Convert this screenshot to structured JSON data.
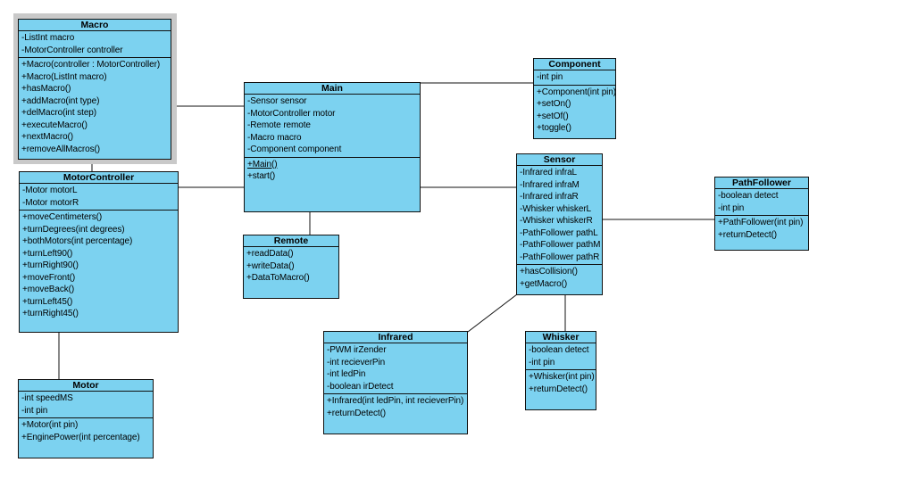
{
  "diagram": {
    "type": "uml-class-diagram",
    "colors": {
      "box_fill": "#7CD2F0",
      "box_border": "#101010",
      "connector": "#101010",
      "selection_frame": "#C9C9C9",
      "background": "#FFFFFF"
    },
    "classes": [
      {
        "id": "macro",
        "title": "Macro",
        "selected": true,
        "attributes": [
          "-ListInt macro",
          "-MotorController controller"
        ],
        "methods": [
          "+Macro(controller : MotorController)",
          "+Macro(ListInt macro)",
          "+hasMacro()",
          "+addMacro(int type)",
          "+delMacro(int step)",
          "+executeMacro()",
          "+nextMacro()",
          "+removeAllMacros()"
        ]
      },
      {
        "id": "motorcontroller",
        "title": "MotorController",
        "attributes": [
          "-Motor motorL",
          "-Motor motorR"
        ],
        "methods": [
          "+moveCentimeters()",
          "+turnDegrees(int degrees)",
          "+bothMotors(int percentage)",
          "+turnLeft90()",
          "+turnRight90()",
          "+moveFront()",
          "+moveBack()",
          "+turnLeft45()",
          "+turnRight45()"
        ]
      },
      {
        "id": "motor",
        "title": "Motor",
        "attributes": [
          "-int speedMS",
          "-int pin"
        ],
        "methods": [
          "+Motor(int pin)",
          "+EnginePower(int percentage)"
        ]
      },
      {
        "id": "main",
        "title": "Main",
        "attributes": [
          "-Sensor sensor",
          "-MotorController motor",
          "-Remote remote",
          "-Macro macro",
          "-Component component"
        ],
        "methods": [
          "+Main()",
          "+start()"
        ],
        "underline": [
          "+Main()"
        ]
      },
      {
        "id": "remote",
        "title": "Remote",
        "attributes": [],
        "methods": [
          "+readData()",
          "+writeData()",
          "+DataToMacro()"
        ]
      },
      {
        "id": "component",
        "title": "Component",
        "attributes": [
          "-int pin"
        ],
        "methods": [
          "+Component(int pin)",
          "+setOn()",
          "+setOf()",
          "+toggle()"
        ]
      },
      {
        "id": "sensor",
        "title": "Sensor",
        "attributes": [
          "-Infrared infraL",
          "-Infrared infraM",
          "-Infrared infraR",
          "-Whisker whiskerL",
          "-Whisker whiskerR",
          "-PathFollower pathL",
          "-PathFollower pathM",
          "-PathFollower pathR"
        ],
        "methods": [
          "+hasCollision()",
          "+getMacro()"
        ]
      },
      {
        "id": "pathfollower",
        "title": "PathFollower",
        "attributes": [
          "-boolean detect",
          "-int pin"
        ],
        "methods": [
          "+PathFollower(int pin)",
          "+returnDetect()"
        ]
      },
      {
        "id": "infrared",
        "title": "Infrared",
        "attributes": [
          "-PWM irZender",
          "-int recieverPin",
          "-int ledPin",
          "-boolean irDetect"
        ],
        "methods": [
          "+Infrared(int ledPin, int recieverPin)",
          "+returnDetect()"
        ]
      },
      {
        "id": "whisker",
        "title": "Whisker",
        "attributes": [
          "-boolean detect",
          "-int pin"
        ],
        "methods": [
          "+Whisker(int pin)",
          "+returnDetect()"
        ]
      }
    ],
    "connectors": [
      {
        "from": "Macro",
        "to": "Main"
      },
      {
        "from": "Macro",
        "to": "MotorController"
      },
      {
        "from": "MotorController",
        "to": "Main"
      },
      {
        "from": "MotorController",
        "to": "Motor"
      },
      {
        "from": "Main",
        "to": "Remote"
      },
      {
        "from": "Main",
        "to": "Component"
      },
      {
        "from": "Main",
        "to": "Sensor"
      },
      {
        "from": "Sensor",
        "to": "PathFollower"
      },
      {
        "from": "Sensor",
        "to": "Infrared"
      },
      {
        "from": "Sensor",
        "to": "Whisker"
      }
    ]
  }
}
